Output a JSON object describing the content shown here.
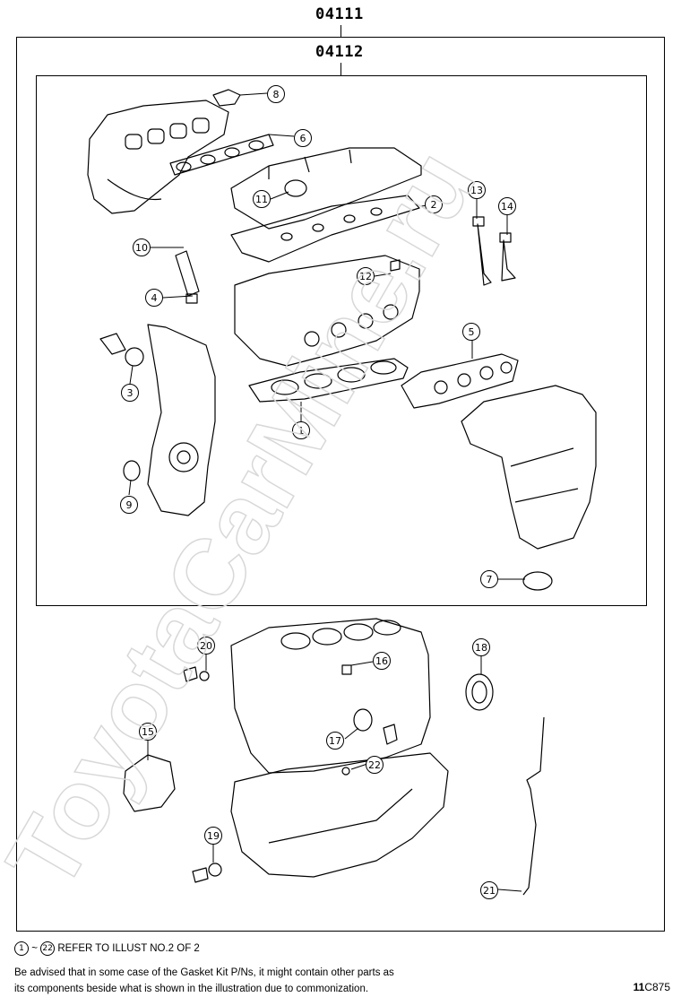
{
  "header": {
    "outer_kit_number": "04111",
    "inner_kit_number": "04112"
  },
  "callouts": [
    "1",
    "2",
    "3",
    "4",
    "5",
    "6",
    "7",
    "8",
    "9",
    "10",
    "11",
    "12",
    "13",
    "14",
    "15",
    "16",
    "17",
    "18",
    "19",
    "20",
    "21",
    "22"
  ],
  "notes": {
    "range_start": "1",
    "range_sep": "~",
    "range_end": "22",
    "refer_text": "REFER TO ILLUST NO.2 OF 2",
    "advisory_line1": "Be advised that in some case of the Gasket Kit P/Ns,  it might contain other parts as",
    "advisory_line2": "its components beside what is shown in the illustration due to commonization."
  },
  "illustration_code": {
    "prefix": "11",
    "suffix": "C875"
  },
  "watermark": "ToyotaCarMine.ru"
}
